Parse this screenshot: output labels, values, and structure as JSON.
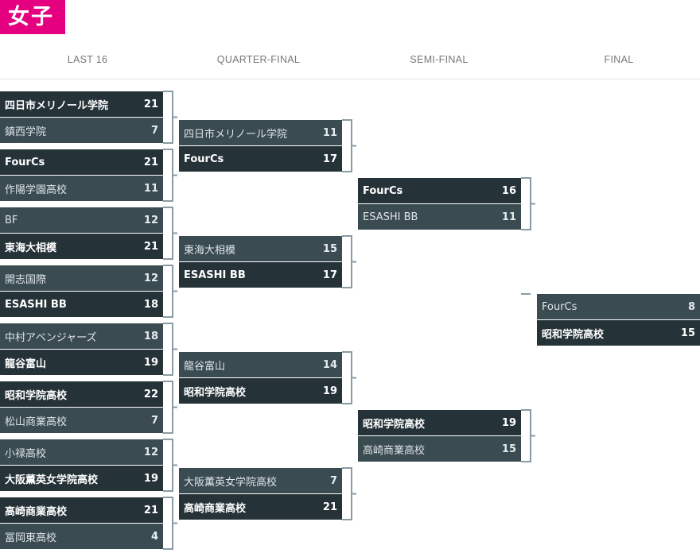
{
  "division_label": "女子",
  "rounds": [
    "LAST 16",
    "QUARTER-FINAL",
    "SEMI-FINAL",
    "FINAL"
  ],
  "colors": {
    "badge": "#e4007f",
    "winner_row": "#253238",
    "loser_row": "#3a4b52",
    "connector": "#8a9ba3"
  },
  "matches": [
    {
      "round": "LAST 16",
      "teams": [
        {
          "name": "四日市メリノール学院",
          "score": "21",
          "winner": true
        },
        {
          "name": "鎮西学院",
          "score": "7",
          "winner": false
        }
      ]
    },
    {
      "round": "LAST 16",
      "teams": [
        {
          "name": "FourCs",
          "score": "21",
          "winner": true
        },
        {
          "name": "作陽学園高校",
          "score": "11",
          "winner": false
        }
      ]
    },
    {
      "round": "LAST 16",
      "teams": [
        {
          "name": "BF",
          "score": "12",
          "winner": false
        },
        {
          "name": "東海大相模",
          "score": "21",
          "winner": true
        }
      ]
    },
    {
      "round": "LAST 16",
      "teams": [
        {
          "name": "開志国際",
          "score": "12",
          "winner": false
        },
        {
          "name": "ESASHI BB",
          "score": "18",
          "winner": true
        }
      ]
    },
    {
      "round": "LAST 16",
      "teams": [
        {
          "name": "中村アベンジャーズ",
          "score": "18",
          "winner": false
        },
        {
          "name": "龍谷富山",
          "score": "19",
          "winner": true
        }
      ]
    },
    {
      "round": "LAST 16",
      "teams": [
        {
          "name": "昭和学院高校",
          "score": "22",
          "winner": true
        },
        {
          "name": "松山商業高校",
          "score": "7",
          "winner": false
        }
      ]
    },
    {
      "round": "LAST 16",
      "teams": [
        {
          "name": "小禄高校",
          "score": "12",
          "winner": false
        },
        {
          "name": "大阪薫英女学院高校",
          "score": "19",
          "winner": true
        }
      ]
    },
    {
      "round": "LAST 16",
      "teams": [
        {
          "name": "高崎商業高校",
          "score": "21",
          "winner": true
        },
        {
          "name": "冨岡東高校",
          "score": "4",
          "winner": false
        }
      ]
    },
    {
      "round": "QUARTER-FINAL",
      "teams": [
        {
          "name": "四日市メリノール学院",
          "score": "11",
          "winner": false
        },
        {
          "name": "FourCs",
          "score": "17",
          "winner": true
        }
      ]
    },
    {
      "round": "QUARTER-FINAL",
      "teams": [
        {
          "name": "東海大相模",
          "score": "15",
          "winner": false
        },
        {
          "name": "ESASHI BB",
          "score": "17",
          "winner": true
        }
      ]
    },
    {
      "round": "QUARTER-FINAL",
      "teams": [
        {
          "name": "龍谷富山",
          "score": "14",
          "winner": false
        },
        {
          "name": "昭和学院高校",
          "score": "19",
          "winner": true
        }
      ]
    },
    {
      "round": "QUARTER-FINAL",
      "teams": [
        {
          "name": "大阪薫英女学院高校",
          "score": "7",
          "winner": false
        },
        {
          "name": "高崎商業高校",
          "score": "21",
          "winner": true
        }
      ]
    },
    {
      "round": "SEMI-FINAL",
      "teams": [
        {
          "name": "FourCs",
          "score": "16",
          "winner": true
        },
        {
          "name": "ESASHI BB",
          "score": "11",
          "winner": false
        }
      ]
    },
    {
      "round": "SEMI-FINAL",
      "teams": [
        {
          "name": "昭和学院高校",
          "score": "19",
          "winner": true
        },
        {
          "name": "高崎商業高校",
          "score": "15",
          "winner": false
        }
      ]
    },
    {
      "round": "FINAL",
      "teams": [
        {
          "name": "FourCs",
          "score": "8",
          "winner": false
        },
        {
          "name": "昭和学院高校",
          "score": "15",
          "winner": true
        }
      ]
    }
  ]
}
